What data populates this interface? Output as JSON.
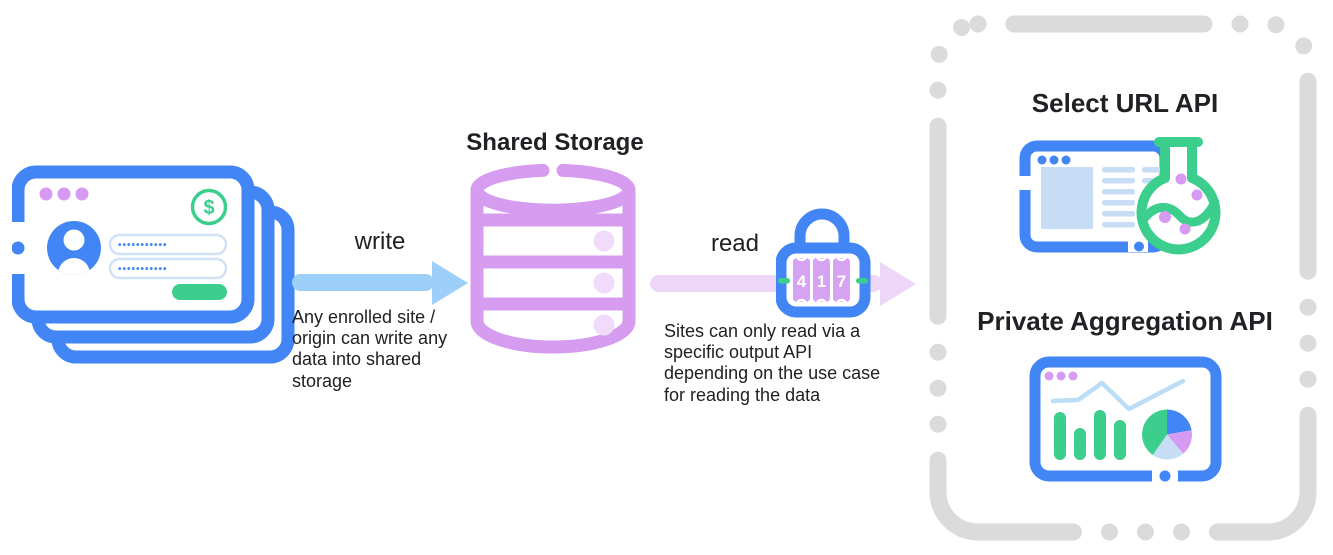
{
  "colors": {
    "blue": "#4285F4",
    "light_blue": "#C7DDF6",
    "sky_blue_line": "#BBDDF5",
    "arrow_blue": "#9CCFF9",
    "green": "#3BCE8D",
    "purple": "#D69CEF",
    "purple_dot": "#D79AF3",
    "pale_purple": "#F0DBFA",
    "arrow_purple": "#EDD6F8",
    "dial_purple": "#D5A3F2",
    "dash_gray": "#DBDBDB",
    "input_border": "#CFE2F8",
    "text_dark": "#202124"
  },
  "writer": {
    "label": "write",
    "caption": "Any enrolled site /\norigin can write any\ndata into shared\nstorage",
    "password_dots": "•••••••••••",
    "dollar_symbol": "$"
  },
  "storage": {
    "title": "Shared Storage"
  },
  "reader": {
    "label": "read",
    "caption": "Sites can only read via a\nspecific output API\ndepending on the use case\nfor reading the data",
    "lock_digits": [
      "4",
      "1",
      "7"
    ]
  },
  "output_apis": {
    "select_url": {
      "title": "Select URL API"
    },
    "private_aggregation": {
      "title": "Private Aggregation API"
    }
  }
}
